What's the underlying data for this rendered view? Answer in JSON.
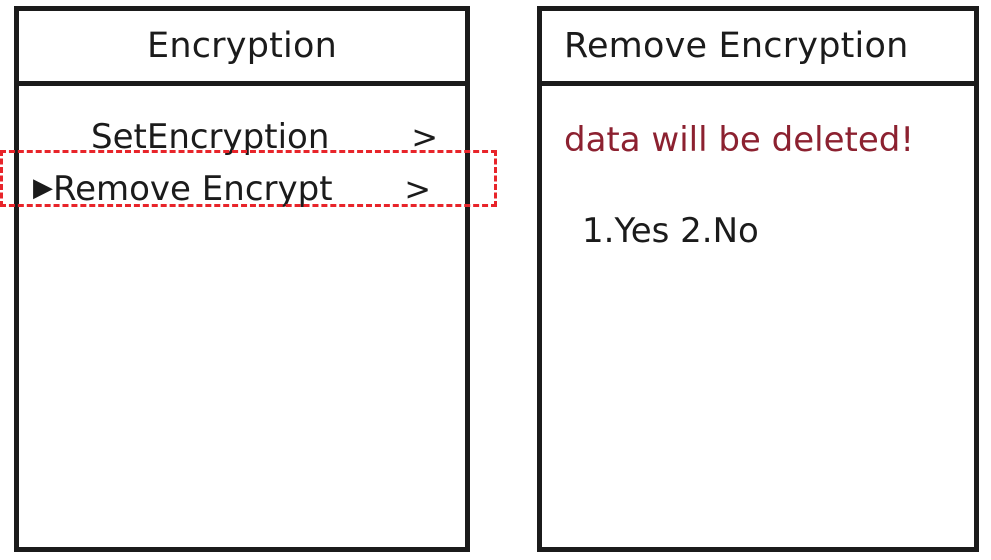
{
  "diagram": {
    "left_screen": {
      "title": "Encryption",
      "menu_items": [
        {
          "caret": "",
          "label": "SetEncryption",
          "arrow": ">",
          "selected": false
        },
        {
          "caret": "▶",
          "label": "Remove Encrypt",
          "arrow": ">",
          "selected": true
        }
      ],
      "highlight_color": "#e8242a"
    },
    "right_screen": {
      "title": "Remove Encryption",
      "warning": "data will be deleted!",
      "warning_color": "#8c2130",
      "choices": "1.Yes  2.No"
    }
  }
}
